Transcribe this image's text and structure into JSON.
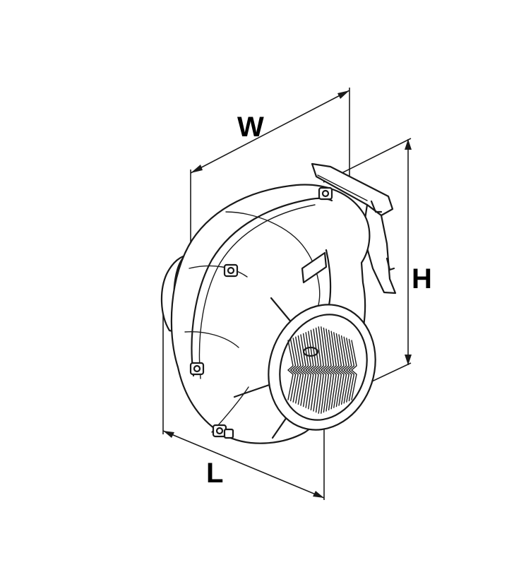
{
  "dimensions": {
    "width_label": "W",
    "height_label": "H",
    "length_label": "L"
  },
  "colors": {
    "line": "#1a1a1a",
    "background": "#ffffff"
  }
}
